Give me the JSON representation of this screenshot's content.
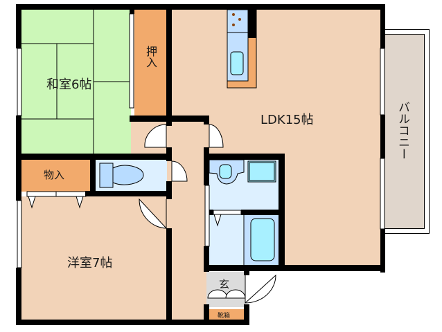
{
  "floorplan": {
    "rooms": {
      "washitsu": {
        "label": "和室6帖",
        "color": "#ccf7b8"
      },
      "oshiire": {
        "label": "押入",
        "color": "#f2aa6c"
      },
      "ldk": {
        "label": "LDK15帖",
        "color": "#f2d3b8"
      },
      "balcony": {
        "label": "バルコニー",
        "color": "#e0d6cc"
      },
      "storage": {
        "label": "物入",
        "color": "#f2aa6c"
      },
      "toilet": {
        "label": "",
        "color": "#ddf0ff"
      },
      "youshitsu": {
        "label": "洋室7帖",
        "color": "#f2d3b8"
      },
      "washroom": {
        "label": "",
        "color": "#ddf0ff"
      },
      "bathroom": {
        "label": "",
        "color": "#c2e0ff"
      },
      "genkan": {
        "label": "玄",
        "color": "#dcdcdc"
      },
      "shoebox": {
        "label": "靴箱",
        "color": "#f2aa6c"
      }
    },
    "colors": {
      "wall": "#000000",
      "fixture_fill": "#b8dcff",
      "tub_fill": "#a8f0ff"
    }
  }
}
